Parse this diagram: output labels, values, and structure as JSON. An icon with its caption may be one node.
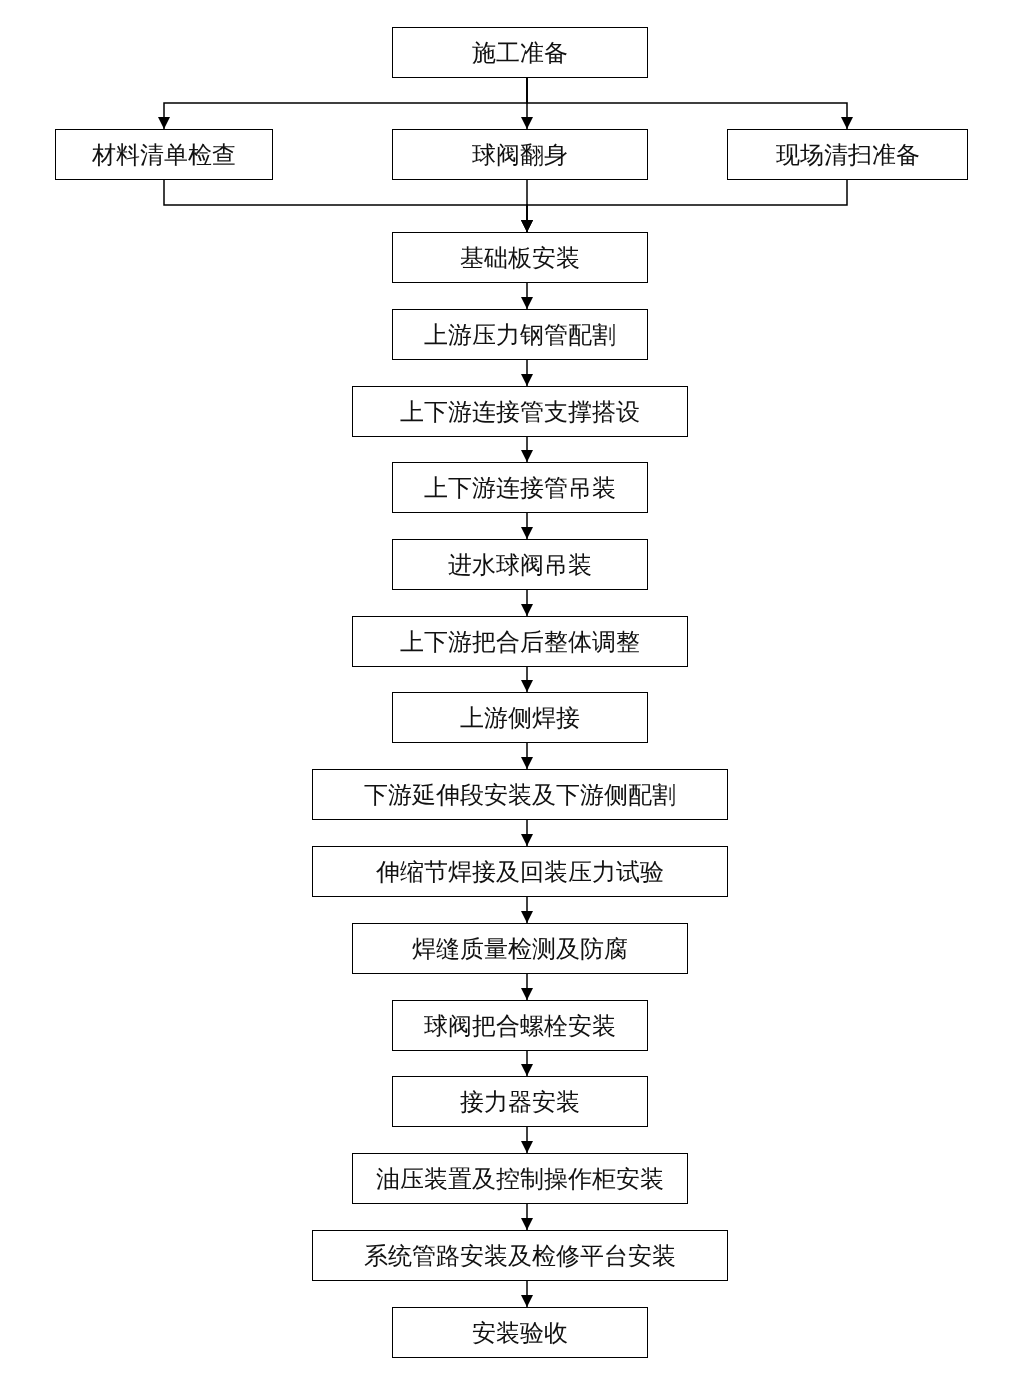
{
  "diagram": {
    "nodes": [
      {
        "text": [
          "施工准备"
        ]
      },
      {
        "text": [
          "材料清单检查"
        ]
      },
      {
        "text": [
          "球阀翻身"
        ]
      },
      {
        "text": [
          "现场清扫准备"
        ]
      },
      {
        "text": [
          "基础板安装"
        ]
      },
      {
        "text": [
          "上游压力钢管配割"
        ]
      },
      {
        "text": [
          "上下游连接管支撑搭设"
        ]
      },
      {
        "text": [
          "上下游连接管吊装"
        ]
      },
      {
        "text": [
          "进水球阀吊装"
        ]
      },
      {
        "text": [
          "上下游把合后整体调整"
        ]
      },
      {
        "text": [
          "上游侧焊接"
        ]
      },
      {
        "text": [
          "下游延伸段安装及下游侧配割"
        ]
      },
      {
        "text": [
          "伸缩节焊接及回装压力试验"
        ]
      },
      {
        "text": [
          "焊缝质量检测及防腐"
        ]
      },
      {
        "text": [
          "球阀把合螺栓安装"
        ]
      },
      {
        "text": [
          "接力器安装"
        ]
      },
      {
        "text": [
          "油压装置及控制操作柜安装"
        ]
      },
      {
        "text": [
          "系统管路安装及检修平台安装"
        ]
      },
      {
        "text": [
          "安装验收"
        ]
      }
    ],
    "edges": [
      {
        "from": 0,
        "to": 1,
        "arrow": "to"
      },
      {
        "from": 0,
        "to": 2,
        "arrow": "to"
      },
      {
        "from": 0,
        "to": 3,
        "arrow": "to"
      },
      {
        "from": 1,
        "to": 4,
        "arrow": "to"
      },
      {
        "from": 2,
        "to": 4,
        "arrow": "to"
      },
      {
        "from": 3,
        "to": 4,
        "arrow": "to"
      },
      {
        "from": 4,
        "to": 5,
        "arrow": "to"
      },
      {
        "from": 5,
        "to": 6,
        "arrow": "to"
      },
      {
        "from": 6,
        "to": 7,
        "arrow": "to"
      },
      {
        "from": 7,
        "to": 8,
        "arrow": "to"
      },
      {
        "from": 8,
        "to": 9,
        "arrow": "to"
      },
      {
        "from": 9,
        "to": 10,
        "arrow": "to"
      },
      {
        "from": 10,
        "to": 11,
        "arrow": "to"
      },
      {
        "from": 11,
        "to": 12,
        "arrow": "to"
      },
      {
        "from": 12,
        "to": 13,
        "arrow": "to"
      },
      {
        "from": 13,
        "to": 14,
        "arrow": "to"
      },
      {
        "from": 14,
        "to": 15,
        "arrow": "to"
      },
      {
        "from": 15,
        "to": 16,
        "arrow": "to"
      },
      {
        "from": 16,
        "to": 17,
        "arrow": "to"
      },
      {
        "from": 17,
        "to": 18,
        "arrow": "to"
      }
    ]
  }
}
